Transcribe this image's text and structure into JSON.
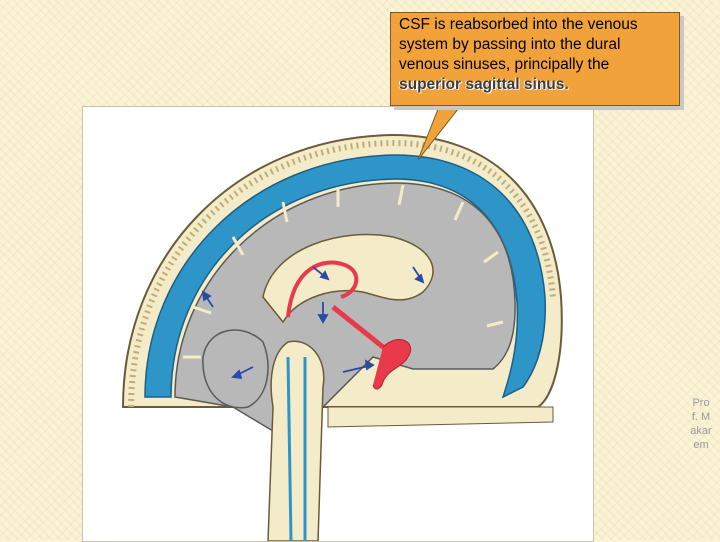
{
  "callout": {
    "text_before": "CSF is reabsorbed into the venous system by passing into the dural venous sinuses, principally the ",
    "highlight": "superior sagittal sinus."
  },
  "figure": {
    "icon": "brain-sagittal-csf-diagram",
    "colors": {
      "csf": "#2e95c8",
      "brain": "#b8b8b8",
      "bone": "#f4ebc8",
      "choroid": "#e83a4a",
      "arrows": "#2a4aa8"
    }
  },
  "watermark": {
    "text": "Prof. Makarem"
  }
}
